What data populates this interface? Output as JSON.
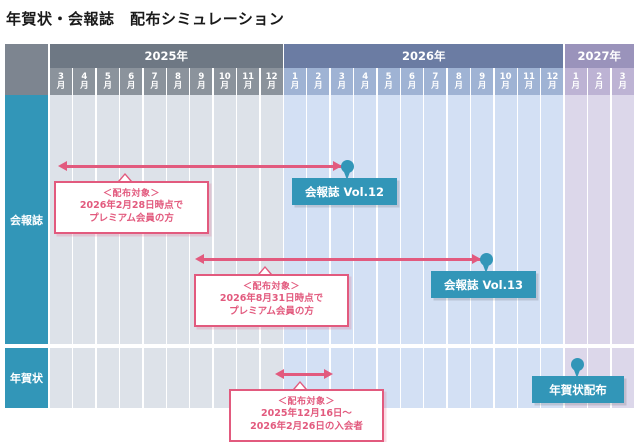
{
  "page": {
    "title": "年賀状・会報誌　配布シミュレーション"
  },
  "table": {
    "corner_label": "",
    "years": [
      {
        "label": "2025年",
        "span": 10,
        "theme": "2025"
      },
      {
        "label": "2026年",
        "span": 12,
        "theme": "2026"
      },
      {
        "label": "2027年",
        "span": 3,
        "theme": "2027"
      }
    ],
    "months": [
      {
        "num": "3",
        "unit": "月",
        "theme": "2025"
      },
      {
        "num": "4",
        "unit": "月",
        "theme": "2025"
      },
      {
        "num": "5",
        "unit": "月",
        "theme": "2025"
      },
      {
        "num": "6",
        "unit": "月",
        "theme": "2025"
      },
      {
        "num": "7",
        "unit": "月",
        "theme": "2025"
      },
      {
        "num": "8",
        "unit": "月",
        "theme": "2025"
      },
      {
        "num": "9",
        "unit": "月",
        "theme": "2025"
      },
      {
        "num": "10",
        "unit": "月",
        "theme": "2025"
      },
      {
        "num": "11",
        "unit": "月",
        "theme": "2025"
      },
      {
        "num": "12",
        "unit": "月",
        "theme": "2025"
      },
      {
        "num": "1",
        "unit": "月",
        "theme": "2026"
      },
      {
        "num": "2",
        "unit": "月",
        "theme": "2026"
      },
      {
        "num": "3",
        "unit": "月",
        "theme": "2026"
      },
      {
        "num": "4",
        "unit": "月",
        "theme": "2026"
      },
      {
        "num": "5",
        "unit": "月",
        "theme": "2026"
      },
      {
        "num": "6",
        "unit": "月",
        "theme": "2026"
      },
      {
        "num": "7",
        "unit": "月",
        "theme": "2026"
      },
      {
        "num": "8",
        "unit": "月",
        "theme": "2026"
      },
      {
        "num": "9",
        "unit": "月",
        "theme": "2026"
      },
      {
        "num": "10",
        "unit": "月",
        "theme": "2026"
      },
      {
        "num": "11",
        "unit": "月",
        "theme": "2026"
      },
      {
        "num": "12",
        "unit": "月",
        "theme": "2026"
      },
      {
        "num": "1",
        "unit": "月",
        "theme": "2027"
      },
      {
        "num": "2",
        "unit": "月",
        "theme": "2027"
      },
      {
        "num": "3",
        "unit": "月",
        "theme": "2027"
      }
    ],
    "rows": [
      {
        "label": "会報誌"
      },
      {
        "label": "年賀状"
      }
    ]
  },
  "annotations": {
    "callout1": {
      "line1": "＜配布対象＞",
      "line2": "2026年2月28日時点で",
      "line3": "プレミアム会員の方"
    },
    "callout2": {
      "line1": "＜配布対象＞",
      "line2": "2026年8月31日時点で",
      "line3": "プレミアム会員の方"
    },
    "callout3": {
      "line1": "＜配布対象＞",
      "line2": "2025年12月16日～",
      "line3": "2026年2月26日の入会者"
    }
  },
  "markers": [
    {
      "label": "会報誌 Vol.12"
    },
    {
      "label": "会報誌 Vol.13"
    },
    {
      "label": "年賀状配布"
    }
  ],
  "colors": {
    "teal": "#3296b8",
    "pink": "#e25a7e",
    "year2025": "#6e7884",
    "year2026": "#6b7ca3",
    "year2027": "#9a93bb",
    "col2025": "#dde2e9",
    "col2026": "#d3e0f4",
    "col2027": "#dcd7ea"
  }
}
